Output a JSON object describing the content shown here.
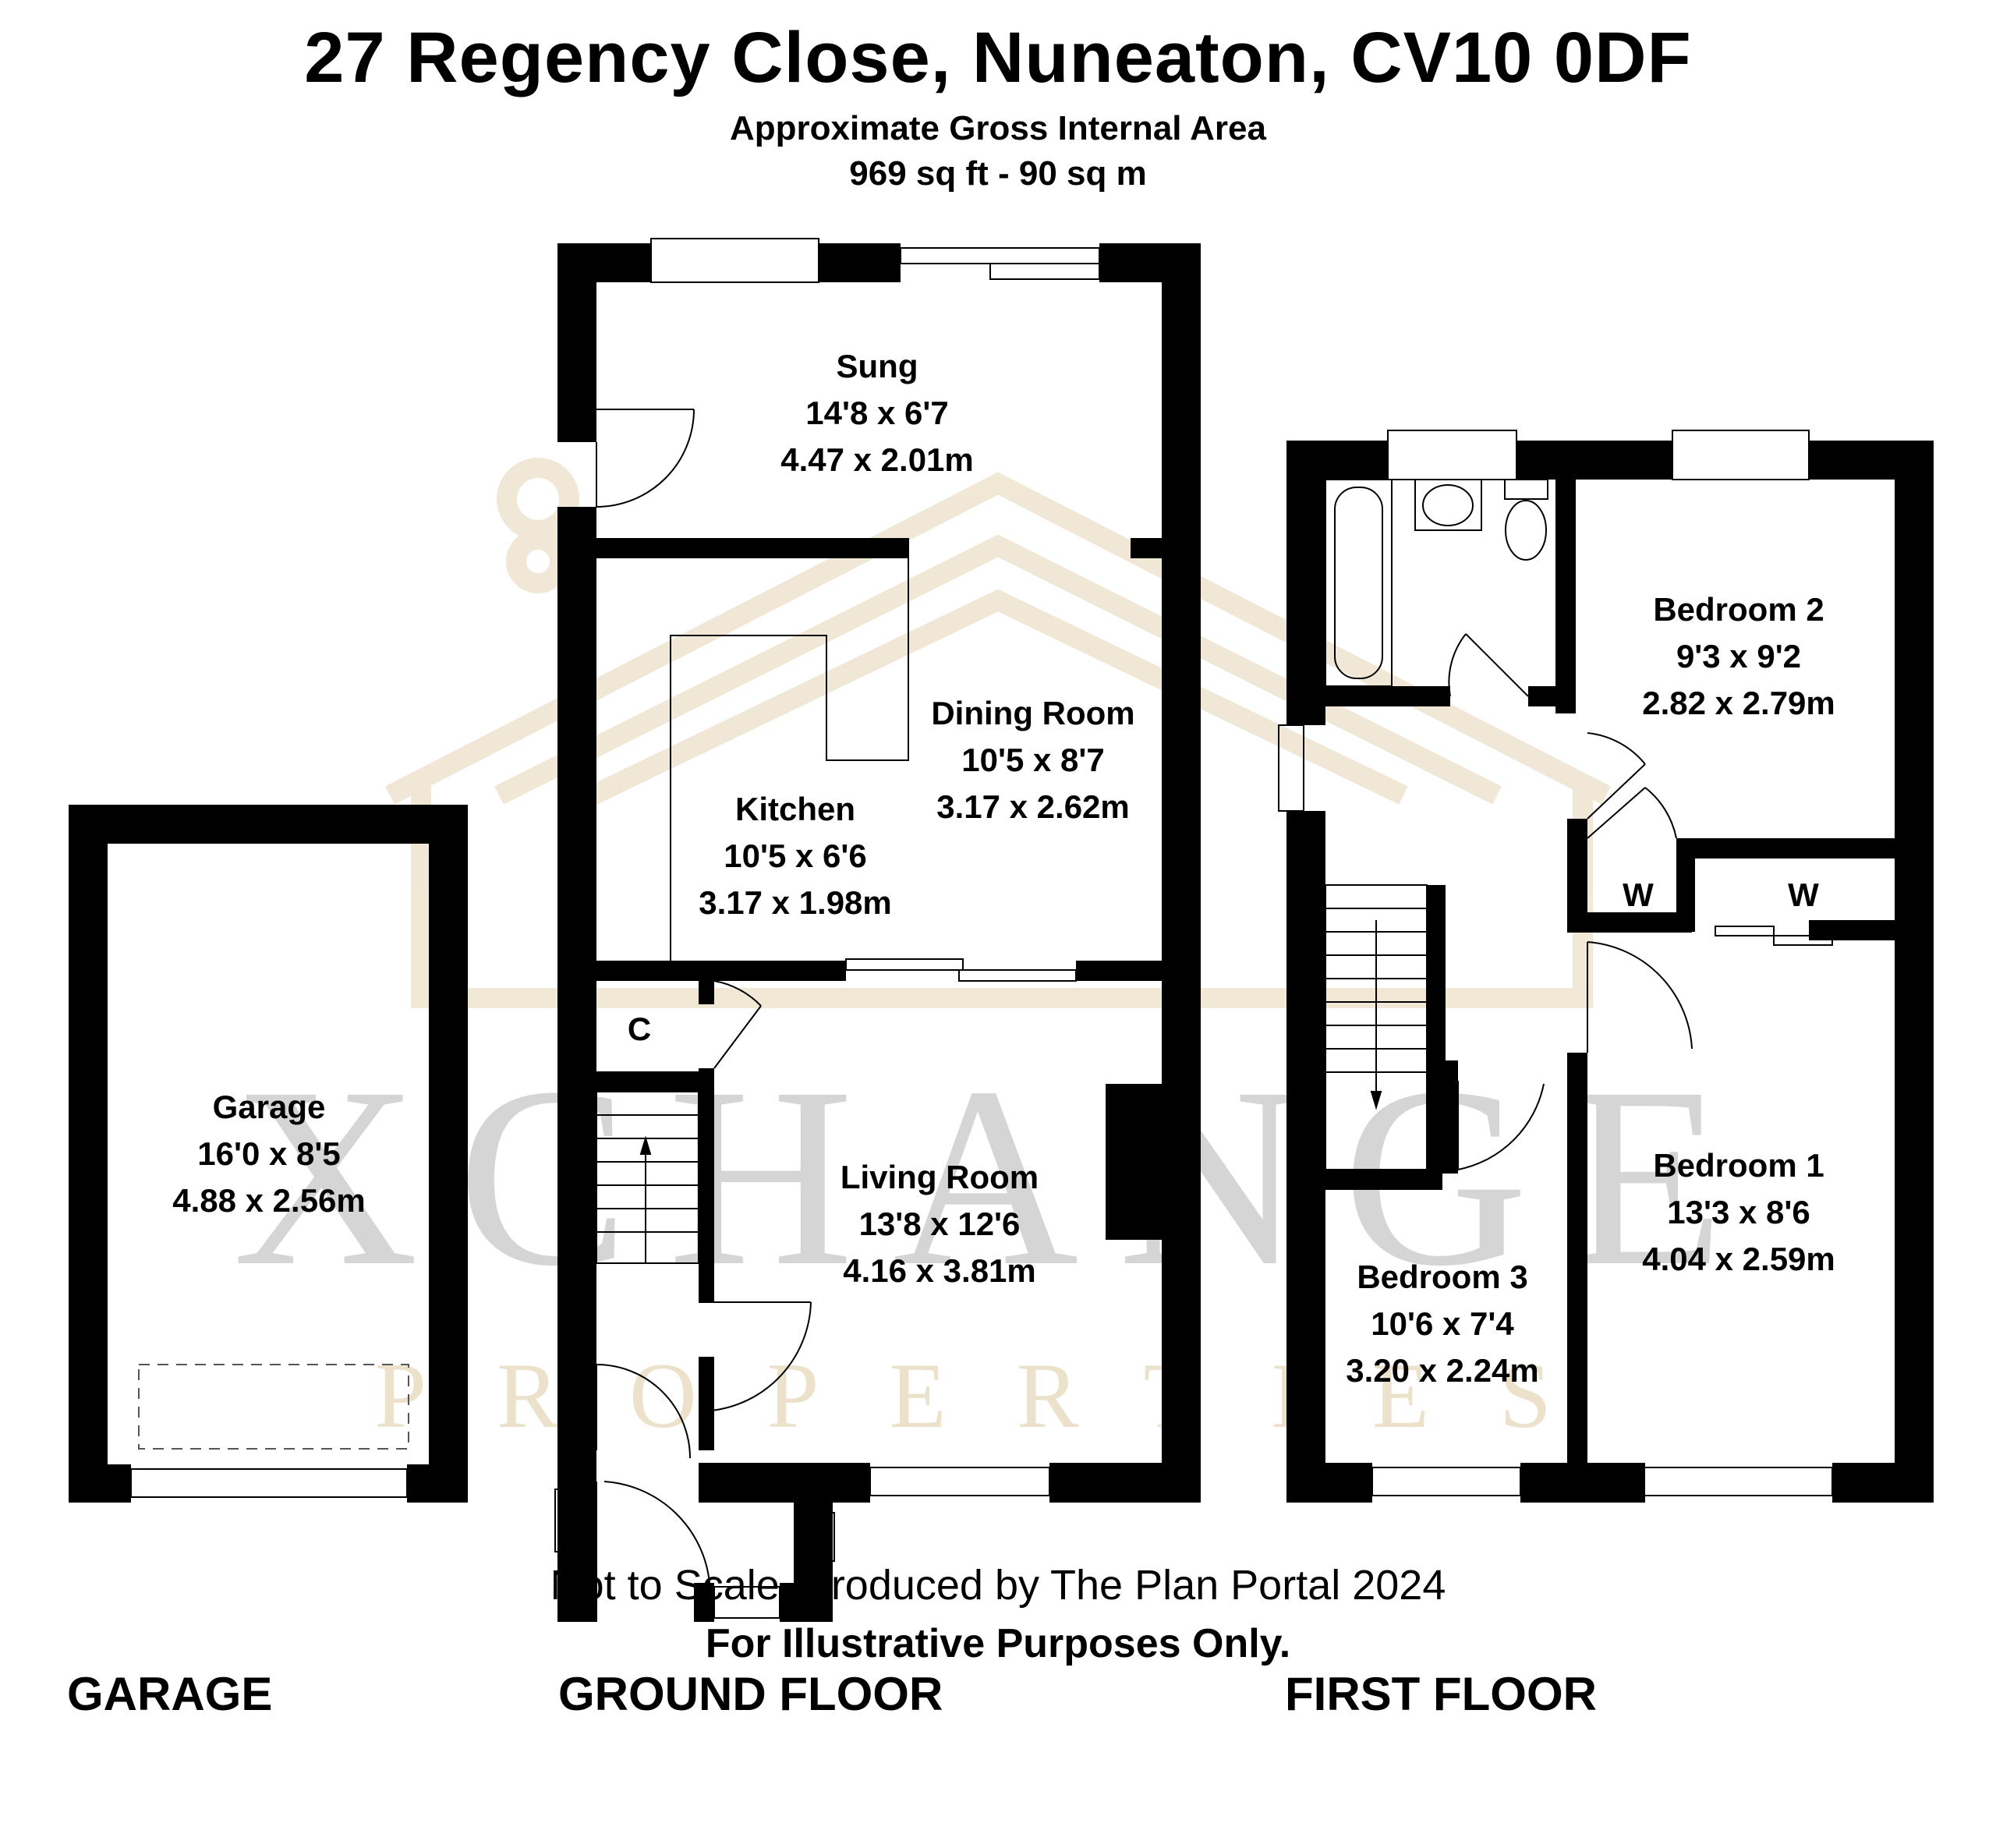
{
  "header": {
    "title": "27 Regency Close, Nuneaton, CV10 0DF",
    "area_label": "Approximate Gross Internal Area",
    "area_value": "969 sq ft - 90 sq m"
  },
  "watermark": {
    "line1": "XCHANGE",
    "line2": "PROPERTIES"
  },
  "floors": {
    "garage": "GARAGE",
    "ground": "GROUND FLOOR",
    "first": "FIRST FLOOR"
  },
  "rooms": {
    "garage": {
      "name": "Garage",
      "imperial": "16'0 x 8'5",
      "metric": "4.88 x 2.56m"
    },
    "sung": {
      "name": "Sung",
      "imperial": "14'8 x 6'7",
      "metric": "4.47 x 2.01m"
    },
    "dining": {
      "name": "Dining Room",
      "imperial": "10'5 x 8'7",
      "metric": "3.17 x 2.62m"
    },
    "kitchen": {
      "name": "Kitchen",
      "imperial": "10'5 x 6'6",
      "metric": "3.17 x 1.98m"
    },
    "cupboard": {
      "name": "C"
    },
    "living": {
      "name": "Living Room",
      "imperial": "13'8 x 12'6",
      "metric": "4.16 x 3.81m"
    },
    "bedroom2": {
      "name": "Bedroom 2",
      "imperial": "9'3 x 9'2",
      "metric": "2.82 x 2.79m"
    },
    "wardrobe1": {
      "name": "W"
    },
    "wardrobe2": {
      "name": "W"
    },
    "bedroom1": {
      "name": "Bedroom 1",
      "imperial": "13'3 x 8'6",
      "metric": "4.04 x 2.59m"
    },
    "bedroom3": {
      "name": "Bedroom 3",
      "imperial": "10'6 x 7'4",
      "metric": "3.20 x 2.24m"
    }
  },
  "footer": {
    "line1": "Not to Scale. Produced by The Plan Portal 2024",
    "line2": "For Illustrative Purposes Only."
  },
  "colors": {
    "wall": "#000000",
    "watermark_gold": "#e9dcc1",
    "watermark_grey": "#c8c8c8"
  }
}
